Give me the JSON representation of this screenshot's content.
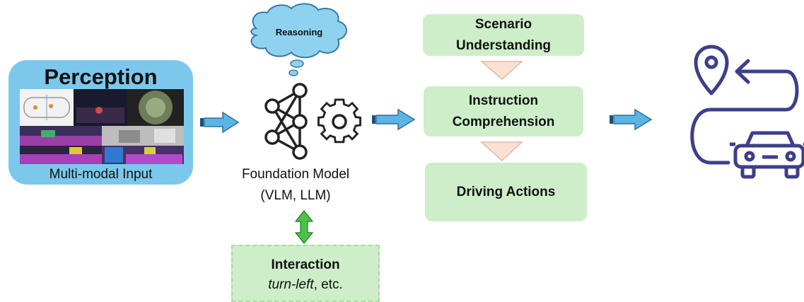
{
  "perception": {
    "title": "Perception",
    "caption": "Multi-modal Input"
  },
  "reasoning": {
    "label": "Reasoning"
  },
  "foundation_model": {
    "line1": "Foundation Model",
    "line2": "(VLM, LLM)"
  },
  "interaction": {
    "title": "Interaction",
    "example": "turn-left",
    "suffix": ", etc."
  },
  "pipeline": {
    "scenario_line1": "Scenario",
    "scenario_line2": "Understanding",
    "instruction_line1": "Instruction",
    "instruction_line2": "Comprehension",
    "driving": "Driving Actions"
  },
  "colors": {
    "perception_bg": "#7cc8ec",
    "green_box": "#cdeec9",
    "arrow_blue": "#5ab5e4",
    "arrow_green": "#4cc24c",
    "cloud": "#8fd2f0",
    "down_arrow": "#fbe0d4",
    "route_icon": "#3d3f8a"
  },
  "icons": [
    "neural-network-icon",
    "gear-icon",
    "thought-cloud-icon",
    "location-pin-icon",
    "car-icon",
    "route-arrow-icon"
  ]
}
